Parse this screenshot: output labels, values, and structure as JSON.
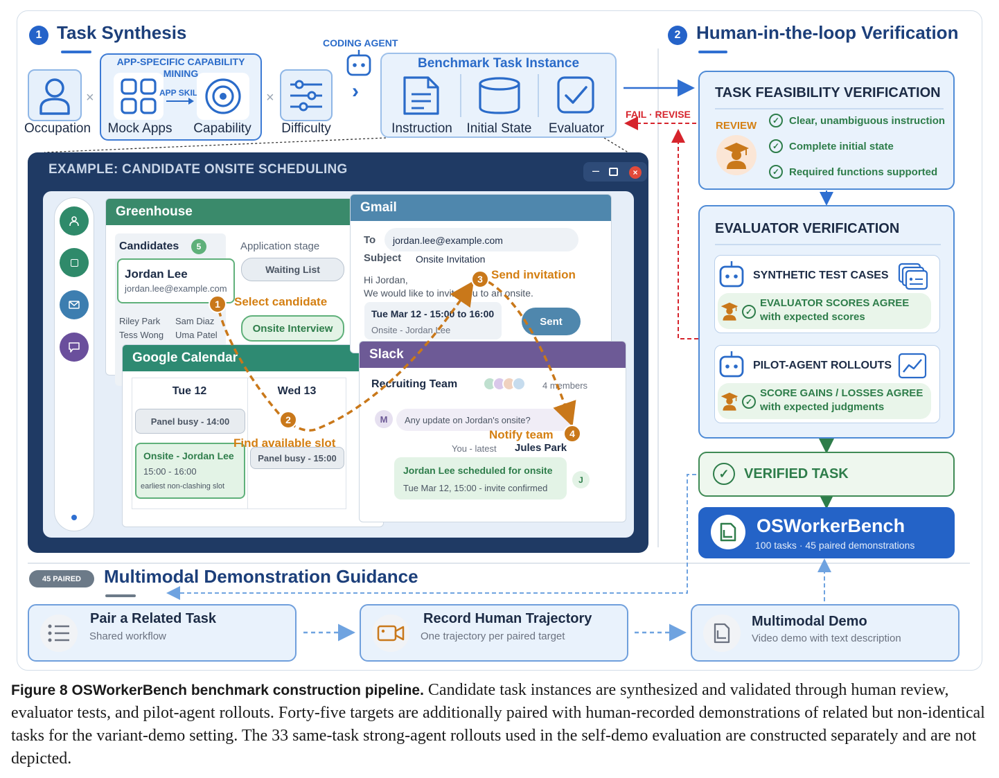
{
  "section1": {
    "number": "1",
    "title": "Task Synthesis"
  },
  "section2": {
    "number": "2",
    "title": "Human-in-the-loop Verification"
  },
  "synthesis": {
    "occupation": "Occupation",
    "mining_title": "APP-SPECIFIC CAPABILITY MINING",
    "mock_apps": "Mock Apps",
    "app_skill": "APP SKILL",
    "capability": "Capability",
    "difficulty": "Difficulty",
    "times": "×",
    "coding_agent": "CODING AGENT",
    "chevron": "›"
  },
  "instance": {
    "title": "Benchmark Task Instance",
    "instruction": "Instruction",
    "initial_state": "Initial State",
    "evaluator": "Evaluator"
  },
  "example": {
    "title": "EXAMPLE: CANDIDATE ONSITE SCHEDULING",
    "greenhouse": {
      "title": "Greenhouse",
      "candidates_label": "Candidates",
      "candidates_count": "5",
      "app_stage_label": "Application stage",
      "candidate_name": "Jordan Lee",
      "candidate_email": "jordan.lee@example.com",
      "others": [
        "Riley Park",
        "Sam Diaz",
        "Tess Wong",
        "Uma Patel"
      ],
      "waiting": "Waiting List",
      "onsite": "Onsite Interview"
    },
    "gmail": {
      "title": "Gmail",
      "to_label": "To",
      "to_value": "jordan.lee@example.com",
      "subject_label": "Subject",
      "subject_value": "Onsite Invitation",
      "body1": "Hi Jordan,",
      "body2": "We would like to invite you to an onsite.",
      "slot_time": "Tue Mar 12 - 15:00 to 16:00",
      "slot_desc": "Onsite - Jordan Lee",
      "sent": "Sent"
    },
    "calendar": {
      "title": "Google Calendar",
      "day1": "Tue 12",
      "day2": "Wed 13",
      "busy1": "Panel busy - 14:00",
      "busy2": "Panel busy - 15:00",
      "event_title": "Onsite - Jordan Lee",
      "event_time": "15:00 - 16:00",
      "event_note": "earliest non-clashing slot"
    },
    "slack": {
      "title": "Slack",
      "channel": "Recruiting Team",
      "members": "4 members",
      "msg_avatar": "M",
      "msg": "Any update on Jordan's onsite?",
      "you_latest": "You - latest",
      "sender": "Jules Park",
      "reply_title": "Jordan Lee scheduled for onsite",
      "reply_sub": "Tue Mar 12, 15:00 - invite confirmed",
      "reply_avatar": "J"
    },
    "steps": [
      {
        "n": "1",
        "label": "Select candidate"
      },
      {
        "n": "2",
        "label": "Find available slot"
      },
      {
        "n": "3",
        "label": "Send invitation"
      },
      {
        "n": "4",
        "label": "Notify team"
      }
    ]
  },
  "verification": {
    "fail_revise": "FAIL · REVISE",
    "feasibility": {
      "title": "TASK FEASIBILITY VERIFICATION",
      "review": "REVIEW",
      "items": [
        "Clear, unambiguous instruction",
        "Complete initial state",
        "Required functions supported"
      ]
    },
    "evaluator": {
      "title": "EVALUATOR VERIFICATION",
      "synthetic": "SYNTHETIC TEST CASES",
      "synthetic_agree1": "EVALUATOR SCORES AGREE",
      "synthetic_agree2": "with expected scores",
      "pilot": "PILOT-AGENT ROLLOUTS",
      "pilot_agree1": "SCORE GAINS / LOSSES AGREE",
      "pilot_agree2": "with expected judgments"
    },
    "verified": "VERIFIED TASK",
    "bench_name": "OSWorkerBench",
    "bench_sub": "100 tasks · 45 paired demonstrations"
  },
  "demo": {
    "badge": "45 PAIRED",
    "title": "Multimodal Demonstration Guidance",
    "steps": [
      {
        "title": "Pair a Related Task",
        "sub": "Shared workflow"
      },
      {
        "title": "Record Human Trajectory",
        "sub": "One trajectory per paired target"
      },
      {
        "title": "Multimodal Demo",
        "sub": "Video demo with text description"
      }
    ]
  },
  "caption": {
    "head": "Figure 8  OSWorkerBench benchmark construction pipeline.",
    "body": "Candidate task instances are synthesized and validated through human review, evaluator tests, and pilot-agent rollouts. Forty-five targets are additionally paired with human-recorded demonstrations of related but non-identical tasks for the variant-demo setting. The 33 same-task strong-agent rollouts used in the self-demo evaluation are constructed separately and are not depicted."
  },
  "colors": {
    "accent": "#2563c9",
    "orange": "#c9781a",
    "green": "#2e7d4a",
    "red": "#d6242c",
    "navy": "#1f3a64"
  }
}
